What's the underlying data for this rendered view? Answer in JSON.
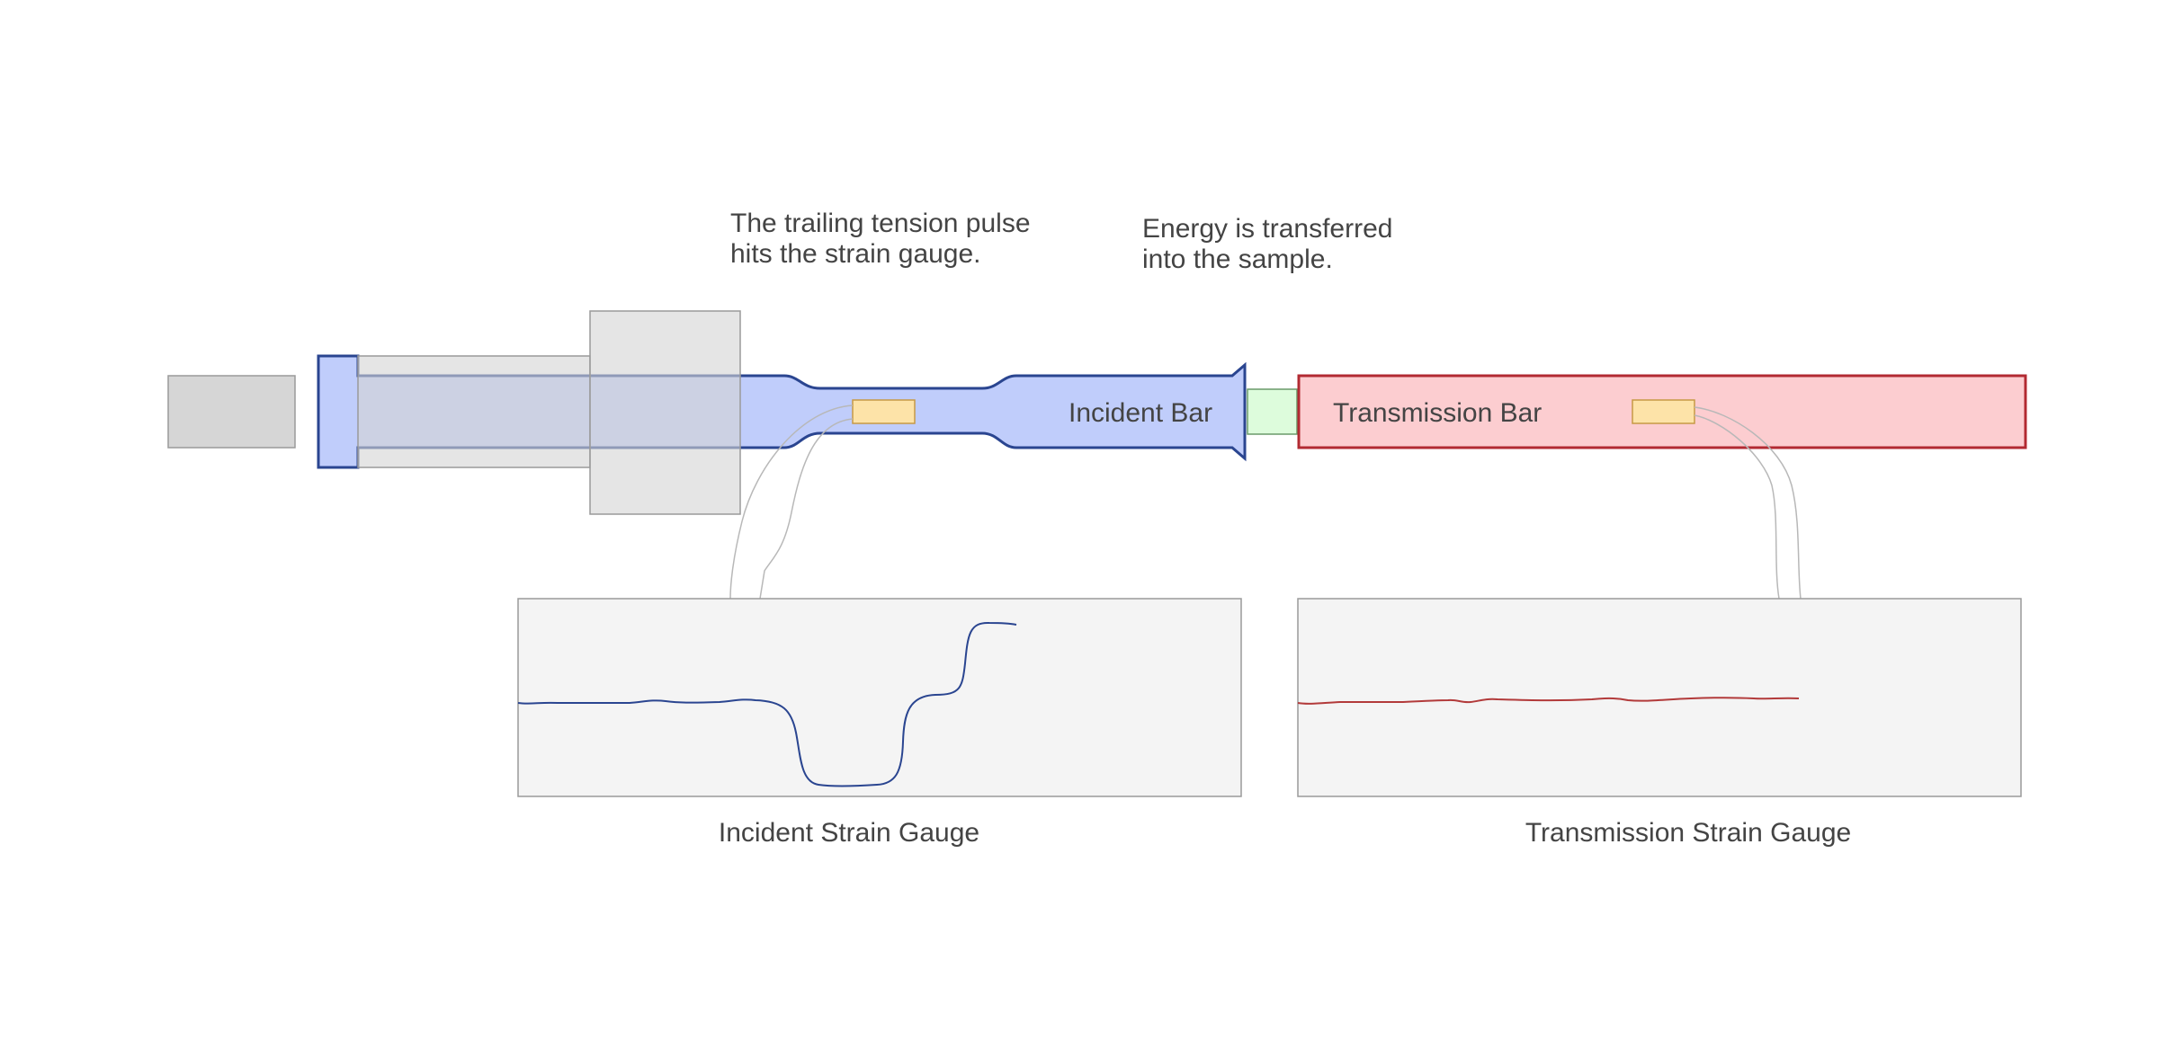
{
  "annotations": {
    "incident_note": [
      "The trailing tension pulse",
      "hits the strain gauge."
    ],
    "transmission_note": [
      "Energy is transferred",
      "into the sample."
    ]
  },
  "bars": {
    "incident_label": "Incident Bar",
    "transmission_label": "Transmission Bar"
  },
  "gauges": {
    "incident_label": "Incident Strain Gauge",
    "transmission_label": "Transmission Strain Gauge"
  },
  "colors": {
    "incident_fill": "#c0cdfb",
    "incident_stroke": "#2a4590",
    "transmission_fill": "#fccdd0",
    "transmission_stroke": "#b22a32",
    "sample_fill": "#ddfcdc",
    "gauge_fill": "#fde3a8",
    "gray_fill": "#d6d6d6",
    "plot_bg": "#f4f4f4",
    "incident_signal": "#2a4590",
    "transmission_signal": "#b23a3a",
    "wire": "#b8b8b8"
  }
}
